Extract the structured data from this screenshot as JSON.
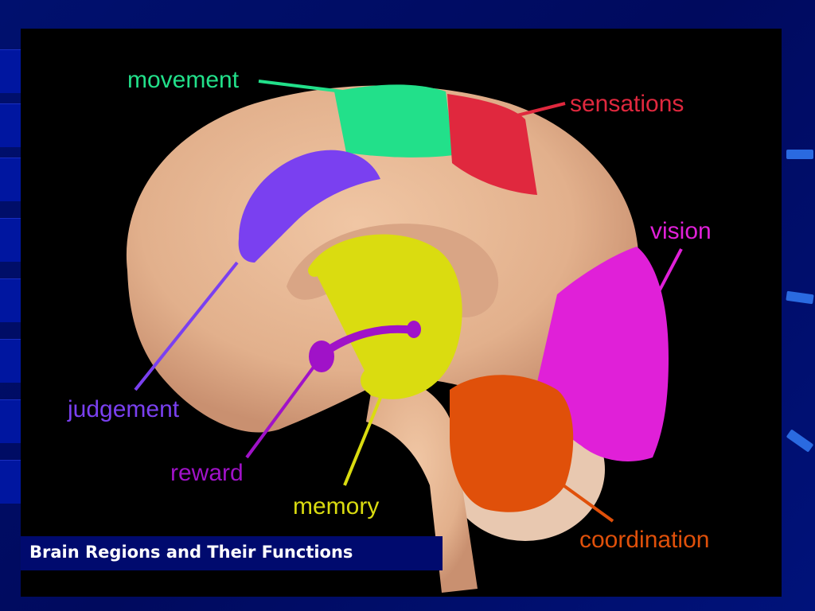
{
  "caption": "Brain Regions and Their Functions",
  "labels": {
    "movement": "movement",
    "sensations": "sensations",
    "vision": "vision",
    "judgement": "judgement",
    "reward": "reward",
    "memory": "memory",
    "coordination": "coordination"
  },
  "colors": {
    "frame": "#000a6e",
    "brain_tissue": "#e8b894",
    "movement": "#22e08a",
    "sensations": "#e0283e",
    "vision": "#e020d8",
    "judgement": "#7a40f0",
    "reward": "#a012c8",
    "memory": "#dadc10",
    "coordination": "#e0500a"
  }
}
